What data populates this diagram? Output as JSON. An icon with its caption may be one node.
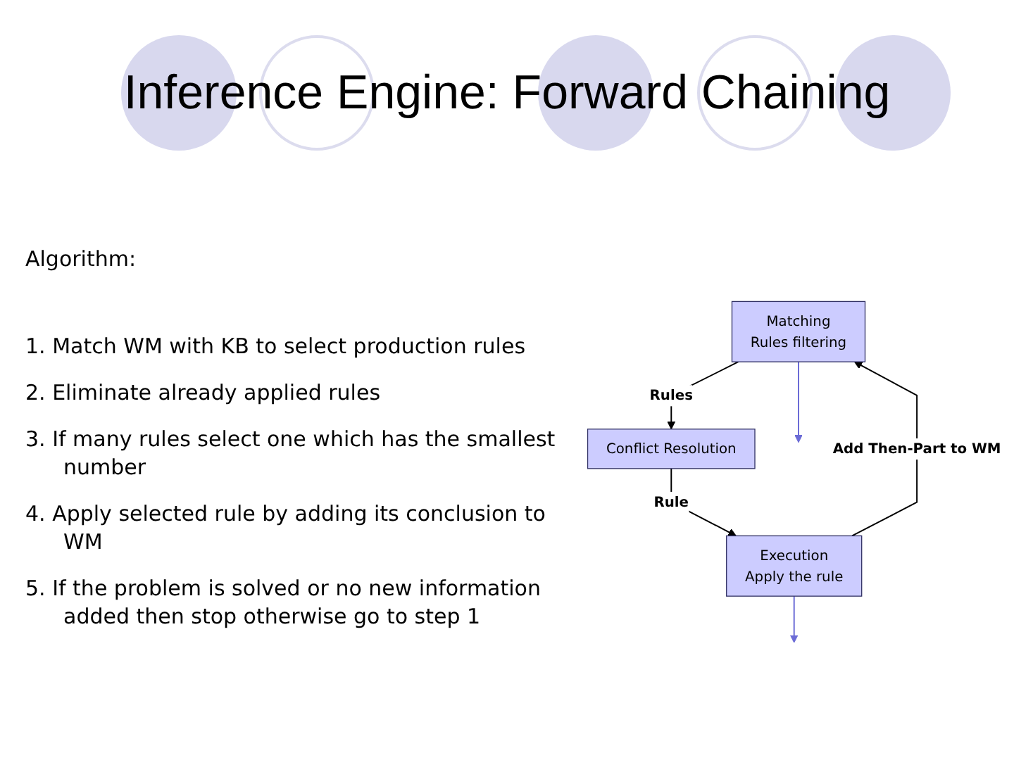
{
  "diagram": {
    "title": "Inference Engine: Forward Chaining",
    "nodes": [
      {
        "text": [
          "Matching",
          "Rules filtering"
        ]
      },
      {
        "text": [
          "Conflict Resolution"
        ]
      },
      {
        "text": [
          "Execution",
          "Apply the rule"
        ]
      }
    ],
    "edges": [
      {
        "from": 0,
        "to": 1,
        "arrow": "to",
        "label": "Rules"
      },
      {
        "from": 1,
        "to": 2,
        "arrow": "to",
        "label": "Rule"
      },
      {
        "from": 2,
        "to": 0,
        "arrow": "to",
        "label": "Add Then-Part to WM"
      },
      {
        "from": 0,
        "to": null,
        "arrow": "to",
        "color": "#6b6bd6"
      },
      {
        "from": 2,
        "to": null,
        "arrow": "to",
        "color": "#6b6bd6"
      }
    ],
    "labels": [
      "Algorithm:",
      "1. Match WM with KB to select production rules",
      "2. Eliminate already applied rules",
      "3. If many rules select one which has the smallest number",
      "4. Apply selected rule by adding its conclusion to WM",
      "5. If the problem is solved or no new information added then stop otherwise go to step 1"
    ]
  }
}
